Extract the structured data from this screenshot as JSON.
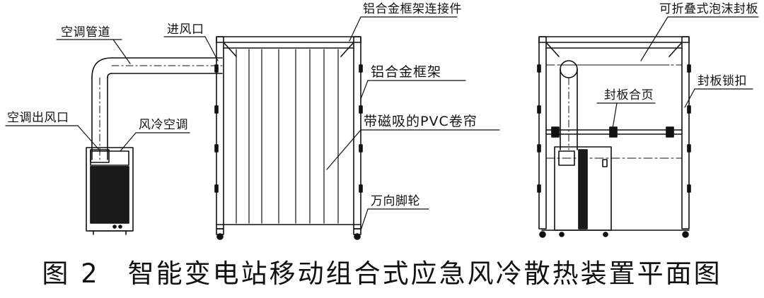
{
  "labels": {
    "duct": "空调管道",
    "inlet": "进风口",
    "connector": "铝合金框架连接件",
    "frame": "铝合金框架",
    "curtain": "带磁吸的PVC卷帘",
    "caster": "万向脚轮",
    "ac_outlet": "空调出风口",
    "ac_unit": "风冷空调",
    "foam_panel": "可折叠式泡沫封板",
    "panel_hinge": "封板合页",
    "panel_lock": "封板锁扣"
  },
  "caption": {
    "figure_no": "图 2",
    "title": "智能变电站移动组合式应急风冷散热装置平面图"
  }
}
